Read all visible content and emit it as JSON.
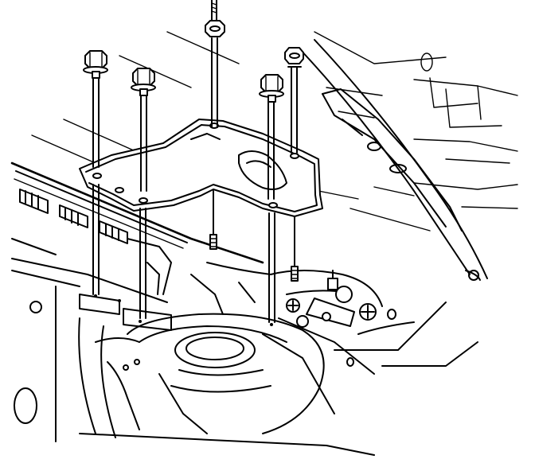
{
  "diagram": {
    "labels": [],
    "colors": {
      "line": "#000000",
      "background": "#ffffff"
    },
    "parts": {
      "bolts": 5,
      "nuts": 1,
      "bracket": 1
    }
  }
}
